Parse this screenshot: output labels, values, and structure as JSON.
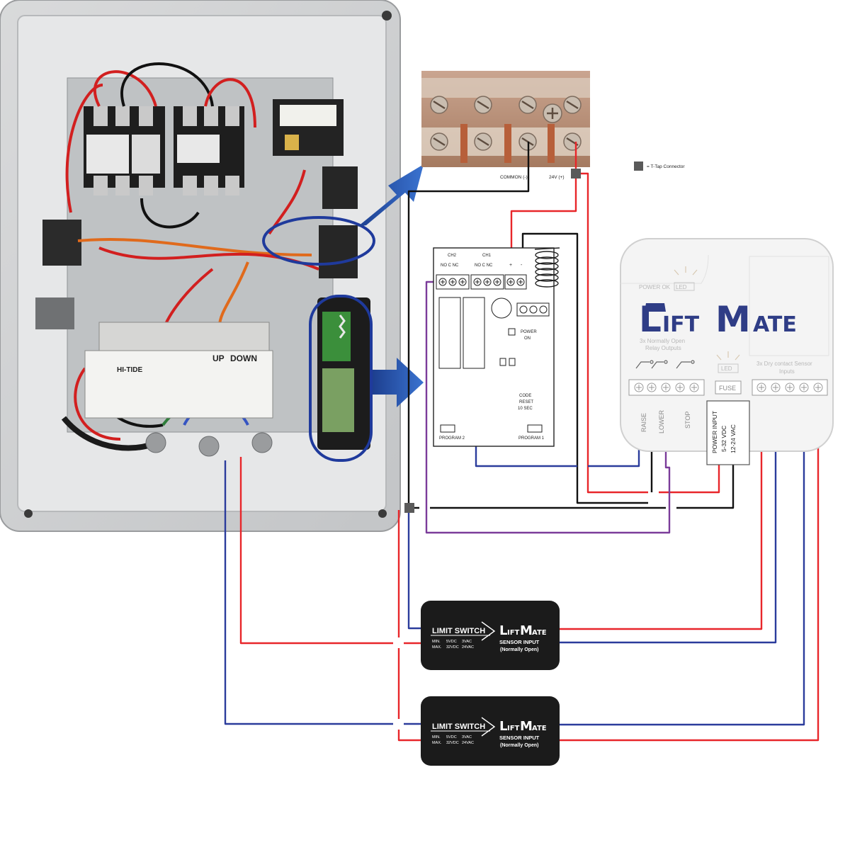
{
  "legend": {
    "tap_label": "= T-Tap Connector"
  },
  "terminal_strip": {
    "common_label": "COMMON (-)",
    "plus_label": "24V (+)"
  },
  "receiver": {
    "ch2": "CH2",
    "ch1": "CH1",
    "ch2_pins": "NO C NC",
    "ch1_pins": "NO C NC",
    "plus": "+",
    "minus": "-",
    "power_on_1": "POWER",
    "power_on_2": "ON",
    "code_reset_1": "CODE",
    "code_reset_2": "RESET",
    "code_reset_3": "10 SEC",
    "program2": "PROGRAM 2",
    "program1": "PROGRAM 1"
  },
  "liftmate": {
    "logo_l": "L",
    "logo_ift": "IFT",
    "logo_m": "M",
    "logo_ate": "ATE",
    "power_ok": "POWER OK",
    "led": "LED",
    "relay_1": "3x Normally Open",
    "relay_2": "Relay Outputs",
    "sensor_1": "3x Dry contact Sensor",
    "sensor_2": "Inputs",
    "fuse": "FUSE",
    "raise": "RAISE",
    "lower": "LOWER",
    "stop": "STOP",
    "power_input": "POWER INPUT",
    "volts_dc": "5-32 VDC",
    "volts_ac": "12-24 VAC"
  },
  "sensor_module": {
    "title": "LIMIT SWITCH",
    "brand_l": "L",
    "brand_ift": "IFT",
    "brand_m": "M",
    "brand_ate": "ATE",
    "sub1": "SENSOR INPUT",
    "sub2": "(Normally Open)",
    "min": "MIN.",
    "min_dc": "5VDC",
    "min_ac": "3VAC",
    "max": "MAX.",
    "max_dc": "32VDC",
    "max_ac": "24VAC"
  },
  "panel": {
    "up": "UP",
    "down": "DOWN",
    "brand": "HI-TIDE"
  },
  "colors": {
    "red": "#e8262a",
    "blue": "#2b3c9c",
    "purple": "#7b3c9a",
    "black": "#111111",
    "logo_blue": "#2f3d86",
    "arrow_blue": "#2a5db8"
  }
}
